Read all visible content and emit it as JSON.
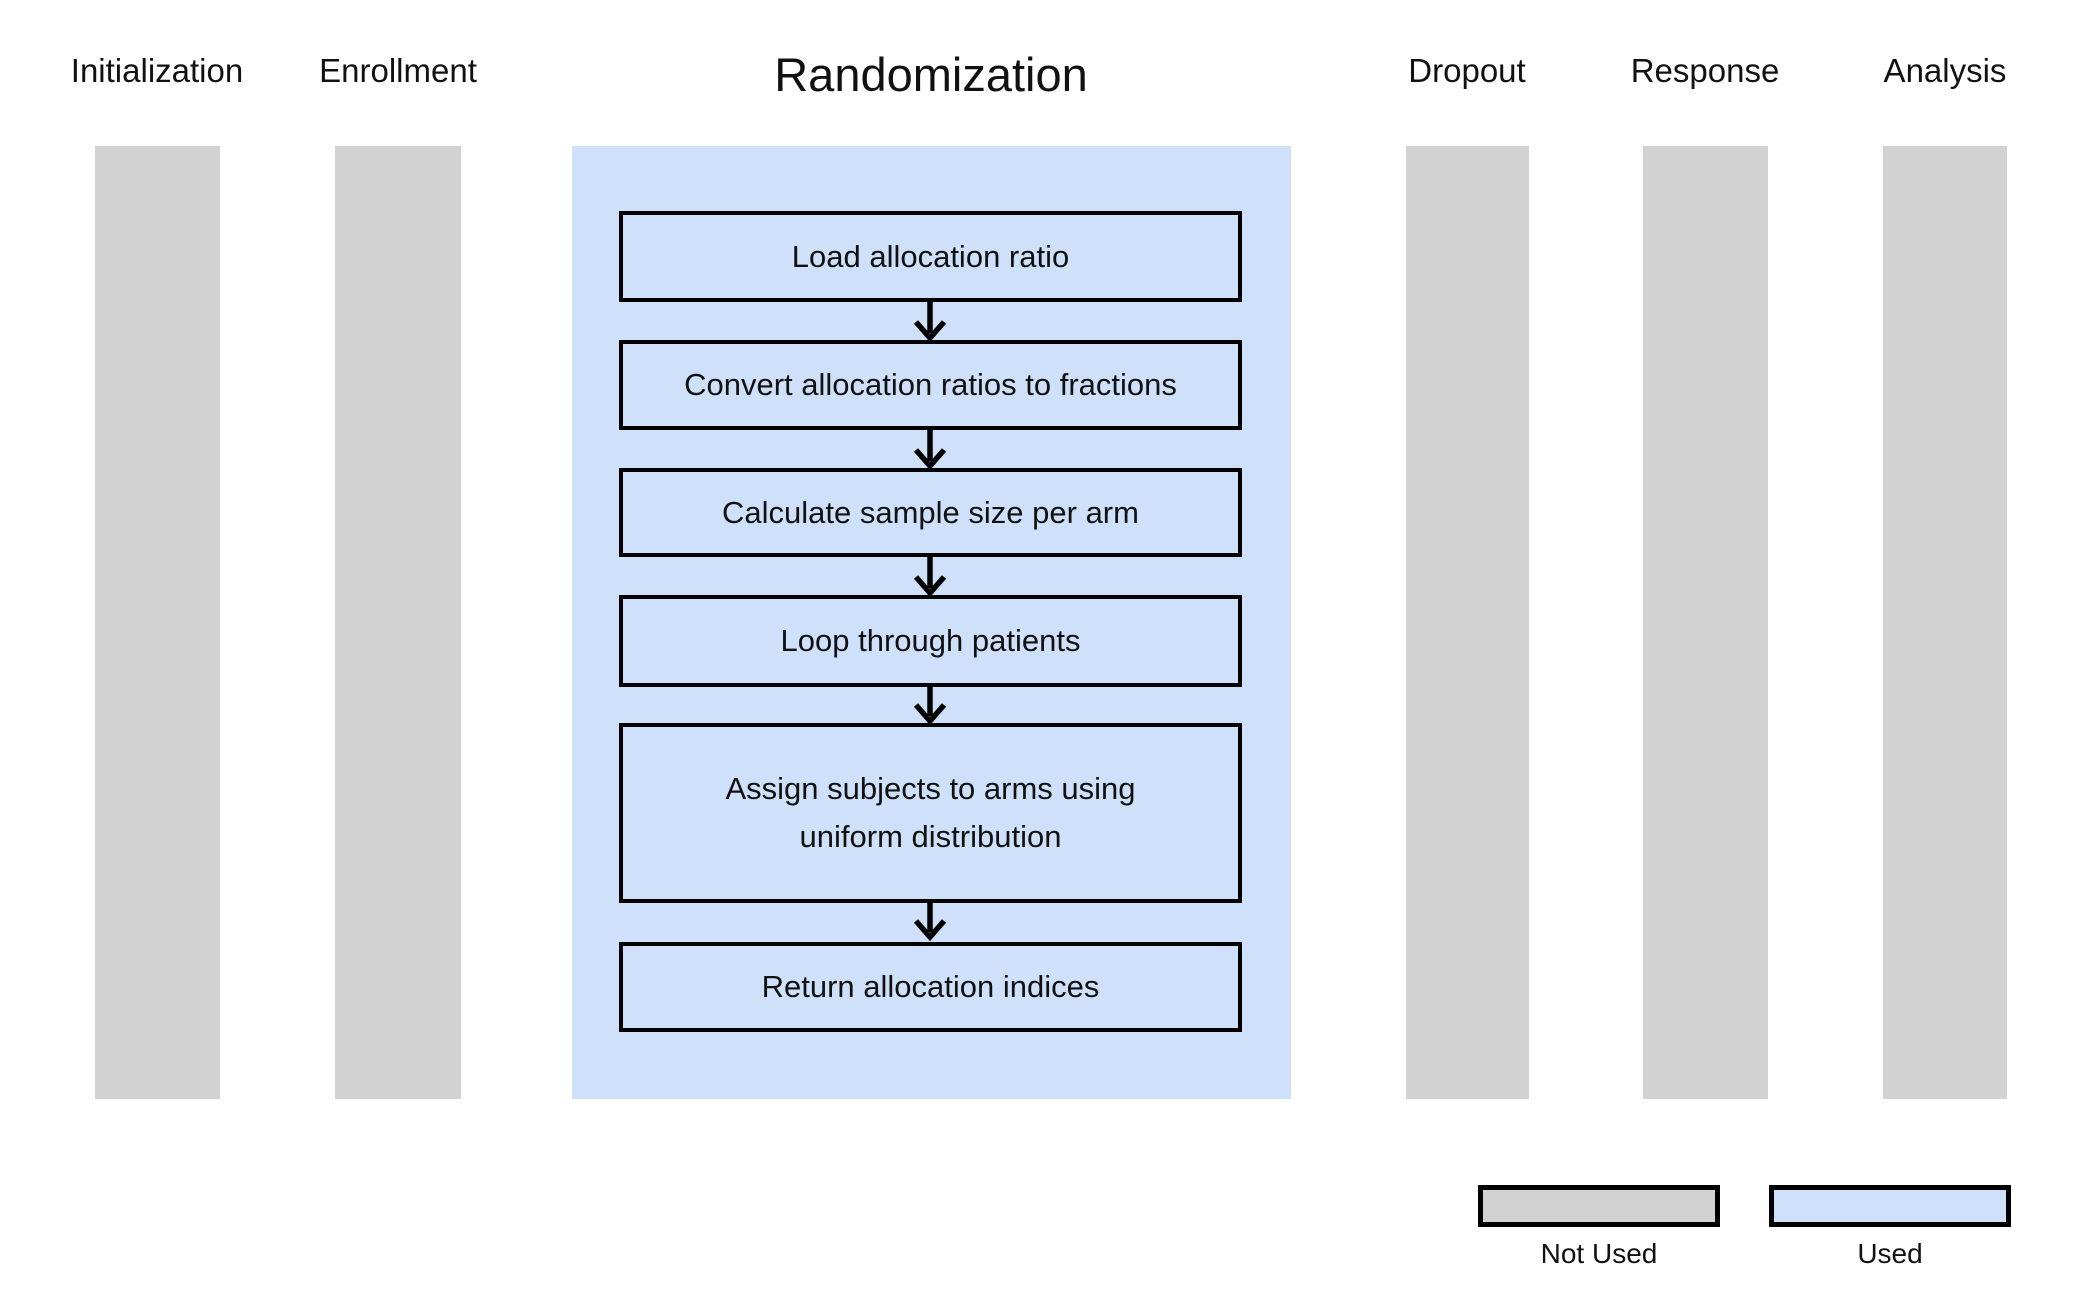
{
  "columns": [
    {
      "label": "Initialization",
      "used": false
    },
    {
      "label": "Enrollment",
      "used": false
    },
    {
      "label": "Randomization",
      "used": true
    },
    {
      "label": "Dropout",
      "used": false
    },
    {
      "label": "Response",
      "used": false
    },
    {
      "label": "Analysis",
      "used": false
    }
  ],
  "flowchart": {
    "column": "Randomization",
    "steps": [
      "Load allocation ratio",
      "Convert allocation ratios to fractions",
      "Calculate sample size per arm",
      "Loop through patients",
      "Assign subjects to arms using uniform distribution",
      "Return allocation indices"
    ]
  },
  "legend": {
    "not_used_label": "Not Used",
    "used_label": "Used"
  },
  "colors": {
    "used_fill": "#cfe0fb",
    "not_used_fill": "#d2d2d2",
    "border": "#000000",
    "background": "#ffffff"
  }
}
